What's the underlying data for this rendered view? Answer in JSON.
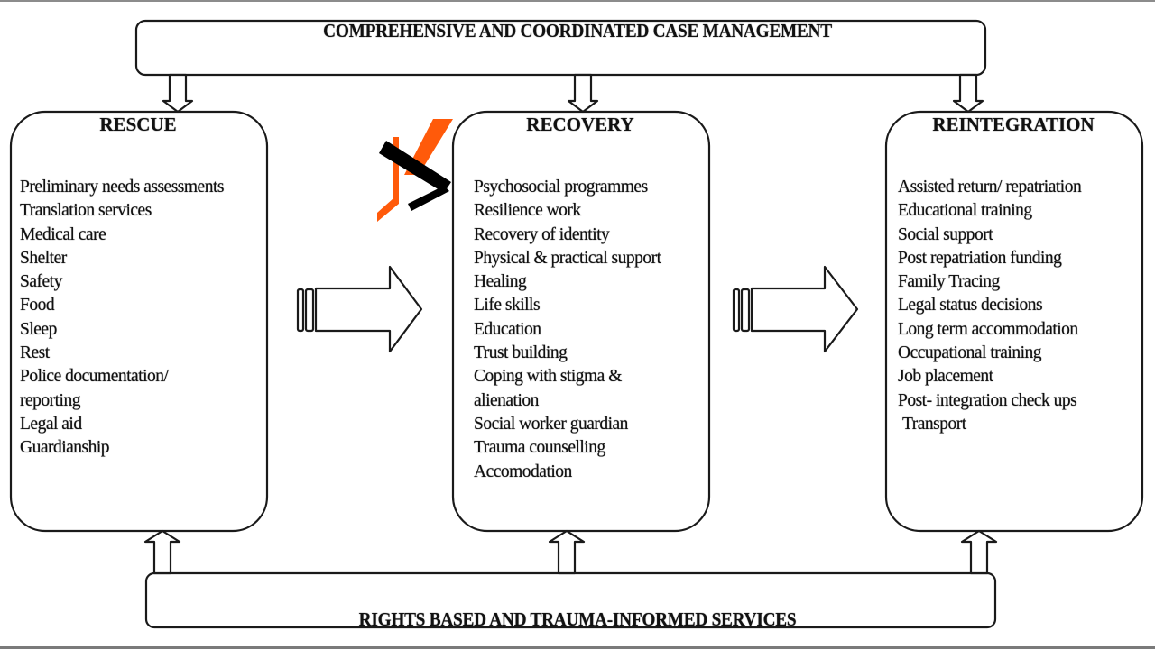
{
  "top_bar": {
    "title": "COMPREHENSIVE AND COORDINATED CASE MANAGEMENT"
  },
  "bottom_bar": {
    "title": "RIGHTS BASED AND TRAUMA-INFORMED SERVICES"
  },
  "stages": [
    {
      "title": "RESCUE",
      "items": [
        "Preliminary needs assessments",
        "Translation services",
        "Medical care",
        "Shelter",
        "Safety",
        "Food",
        "Sleep",
        "Rest",
        "Police documentation/",
        "reporting",
        "Legal aid",
        "Guardianship"
      ]
    },
    {
      "title": "RECOVERY",
      "items": [
        "Psychosocial programmes",
        "Resilience work",
        "Recovery of identity",
        "Physical & practical support",
        "Healing",
        "Life skills",
        "Education",
        "Trust building",
        "Coping with stigma &",
        "alienation",
        "Social worker guardian",
        "Trauma counselling",
        "Accomodation"
      ]
    },
    {
      "title": "REINTEGRATION",
      "items": [
        "Assisted return/ repatriation",
        "Educational training",
        "Social support",
        "Post repatriation funding",
        "Family Tracing",
        "Legal status decisions",
        "Long term accommodation",
        "Occupational training",
        "Job placement",
        "Post- integration check ups",
        "Transport"
      ]
    }
  ],
  "flow": [
    "RESCUE",
    "RECOVERY",
    "REINTEGRATION"
  ],
  "logo": {
    "icon": "overlay-logo-icon",
    "colors": {
      "accent": "#ff5a0a",
      "dark": "#000000"
    }
  },
  "colors": {
    "line": "#1a1a1a",
    "background": "#ffffff"
  }
}
